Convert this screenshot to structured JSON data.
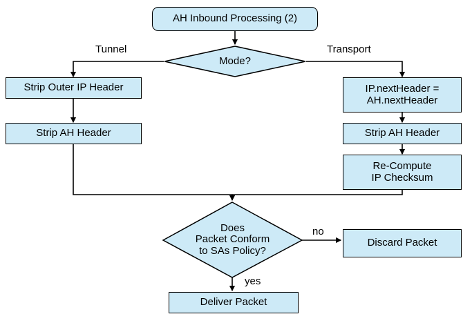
{
  "diagram": {
    "title": "AH Inbound Processing (2)",
    "colors": {
      "node_fill": "#cdeaf7",
      "node_stroke": "#000000",
      "text": "#000000",
      "background": "#ffffff"
    },
    "nodes": {
      "start": {
        "label": "AH Inbound Processing (2)",
        "shape": "terminator"
      },
      "mode_decision": {
        "label": "Mode?",
        "shape": "diamond"
      },
      "strip_outer_ip_header": {
        "label": "Strip Outer IP Header",
        "shape": "process"
      },
      "strip_ah_header_tunnel": {
        "label": "Strip AH Header",
        "shape": "process"
      },
      "set_next_header": {
        "label": "IP.nextHeader =\nAH.nextHeader",
        "shape": "process"
      },
      "strip_ah_header_transport": {
        "label": "Strip AH Header",
        "shape": "process"
      },
      "recompute_checksum": {
        "label": "Re-Compute\nIP Checksum",
        "shape": "process"
      },
      "policy_decision": {
        "label": "Does\nPacket Conform\nto SAs Policy?",
        "shape": "diamond"
      },
      "discard_packet": {
        "label": "Discard Packet",
        "shape": "process"
      },
      "deliver_packet": {
        "label": "Deliver Packet",
        "shape": "process"
      }
    },
    "edge_labels": {
      "tunnel": "Tunnel",
      "transport": "Transport",
      "no": "no",
      "yes": "yes"
    }
  }
}
